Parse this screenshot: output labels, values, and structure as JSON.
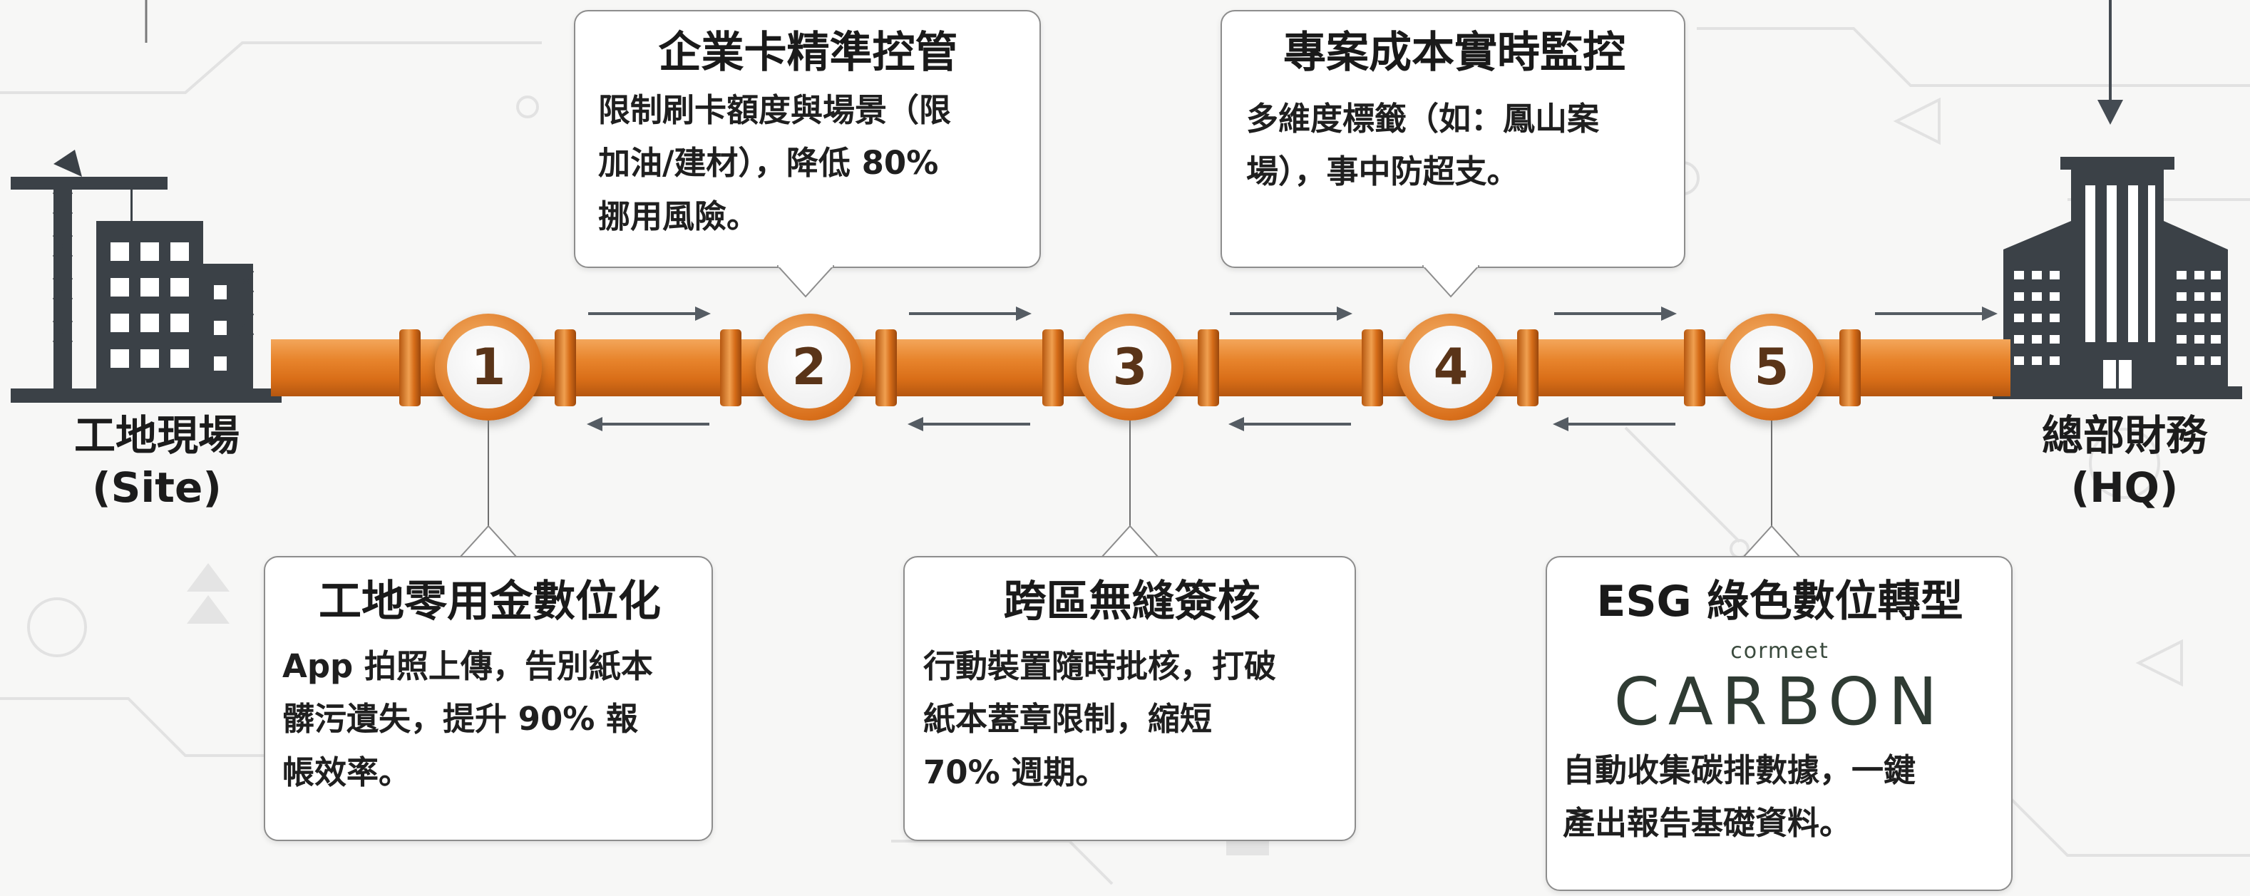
{
  "site": {
    "name": "工地現場",
    "code": "(Site)"
  },
  "hq": {
    "name": "總部財務",
    "code": "(HQ)"
  },
  "steps": [
    {
      "number": "1",
      "title": "工地零用金數位化",
      "lines": [
        "App 拍照上傳，告別紙本",
        "髒污遺失，提升 90% 報",
        "帳效率。"
      ]
    },
    {
      "number": "2",
      "title": "企業卡精準控管",
      "lines": [
        "限制刷卡額度與場景（限",
        "加油/建材），降低 80%",
        "挪用風險。"
      ]
    },
    {
      "number": "3",
      "title": "跨區無縫簽核",
      "lines": [
        "行動裝置隨時批核，打破",
        "紙本蓋章限制，縮短",
        "70% 週期。"
      ]
    },
    {
      "number": "4",
      "title": "專案成本實時監控",
      "lines": [
        "多維度標籤（如：鳳山案",
        "場），事中防超支。"
      ]
    },
    {
      "number": "5",
      "title": "ESG 綠色數位轉型",
      "lines": [
        "自動收集碳排數據，一鍵",
        "產出報告基礎資料。"
      ]
    }
  ],
  "carbon_logo": {
    "small": "cormeet",
    "big": "CARBON"
  },
  "colors": {
    "pipe": "#e8852d",
    "number": "#5a3418",
    "building": "#3b4147",
    "card_border": "#8d8d8d"
  }
}
